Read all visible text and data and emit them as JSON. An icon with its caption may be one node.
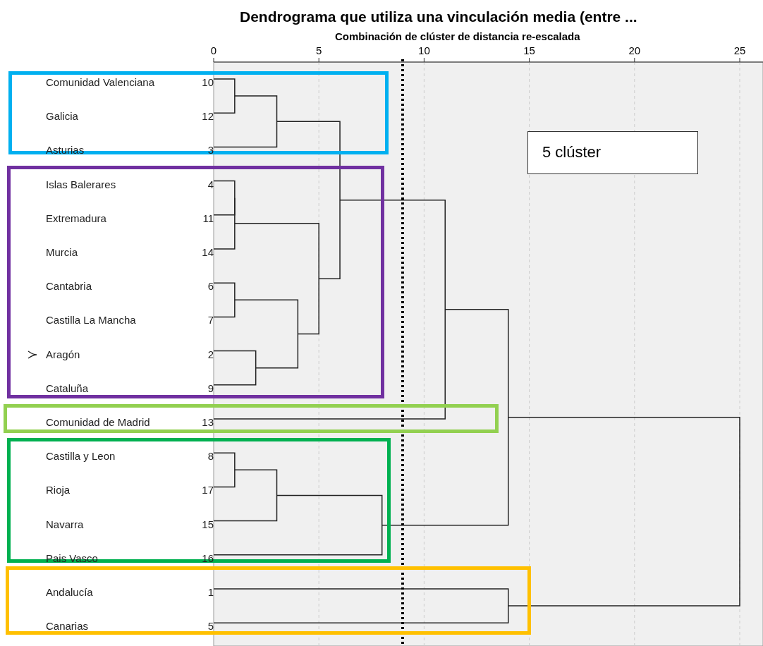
{
  "diagram": {
    "title": "Dendrograma que utiliza una vinculación media (entre ...",
    "nodes": [
      {
        "text": [
          "Comunidad Valenciana",
          "10",
          "Galicia",
          "12",
          "Asturias",
          "3"
        ]
      },
      {
        "text": [
          "Islas Balerares",
          "4",
          "Extremadura",
          "11",
          "Murcia",
          "14",
          "Cantabria",
          "6",
          "Castilla La Mancha",
          "7",
          "Aragón",
          "2",
          "Cataluña",
          "9"
        ]
      },
      {
        "text": [
          "Comunidad de Madrid",
          "13"
        ]
      },
      {
        "text": [
          "Castilla y Leon",
          "8",
          "Rioja",
          "17",
          "Navarra",
          "15",
          "Pais Vasco",
          "16"
        ]
      },
      {
        "text": [
          "Andalucía",
          "1",
          "Canarias",
          "5"
        ]
      },
      {
        "text": [
          "5 clúster"
        ]
      }
    ],
    "labels": [
      "Combinación de clúster de distancia re-escalada",
      "0",
      "5",
      "10",
      "15",
      "20",
      "25"
    ]
  }
}
